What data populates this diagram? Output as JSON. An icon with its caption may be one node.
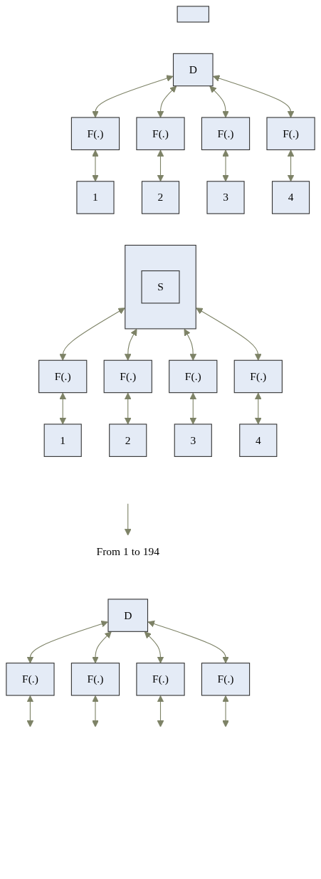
{
  "diagram": {
    "nodes": [
      {
        "text": [],
        "shape": "box"
      },
      {
        "text": [
          "D"
        ]
      },
      {
        "text": [
          "F(.)"
        ]
      },
      {
        "text": [
          "F(.)"
        ]
      },
      {
        "text": [
          "F(.)"
        ]
      },
      {
        "text": [
          "F(.)"
        ]
      },
      {
        "text": [
          "1"
        ]
      },
      {
        "text": [
          "2"
        ]
      },
      {
        "text": [
          "3"
        ]
      },
      {
        "text": [
          "4"
        ]
      },
      {
        "text": [],
        "shape": "box"
      },
      {
        "text": [
          "S"
        ],
        "in": 10
      },
      {
        "text": [
          "F(.)"
        ]
      },
      {
        "text": [
          "F(.)"
        ]
      },
      {
        "text": [
          "F(.)"
        ]
      },
      {
        "text": [
          "F(.)"
        ]
      },
      {
        "text": [
          "1"
        ]
      },
      {
        "text": [
          "2"
        ]
      },
      {
        "text": [
          "3"
        ]
      },
      {
        "text": [
          "4"
        ]
      },
      {
        "text": [
          "From 1 to 194"
        ]
      },
      {
        "text": [
          "D"
        ]
      },
      {
        "text": [
          "F(.)"
        ]
      },
      {
        "text": [
          "F(.)"
        ]
      },
      {
        "text": [
          "F(.)"
        ]
      },
      {
        "text": [
          "F(.)"
        ]
      }
    ],
    "edges": [
      {
        "from": 1,
        "to": 2,
        "arrow": "both"
      },
      {
        "from": 1,
        "to": 3,
        "arrow": "both"
      },
      {
        "from": 1,
        "to": 4,
        "arrow": "both"
      },
      {
        "from": 1,
        "to": 5,
        "arrow": "both"
      },
      {
        "from": 2,
        "to": 6,
        "arrow": "both"
      },
      {
        "from": 3,
        "to": 7,
        "arrow": "both"
      },
      {
        "from": 4,
        "to": 8,
        "arrow": "both"
      },
      {
        "from": 5,
        "to": 9,
        "arrow": "both"
      },
      {
        "from": 10,
        "to": 12,
        "arrow": "both"
      },
      {
        "from": 10,
        "to": 13,
        "arrow": "both"
      },
      {
        "from": 10,
        "to": 14,
        "arrow": "both"
      },
      {
        "from": 10,
        "to": 15,
        "arrow": "both"
      },
      {
        "from": 12,
        "to": 16,
        "arrow": "both"
      },
      {
        "from": 13,
        "to": 17,
        "arrow": "both"
      },
      {
        "from": 14,
        "to": 18,
        "arrow": "both"
      },
      {
        "from": 15,
        "to": 19,
        "arrow": "both"
      },
      {
        "from": null,
        "to": 20,
        "arrow": "to"
      },
      {
        "from": 21,
        "to": 22,
        "arrow": "both"
      },
      {
        "from": 21,
        "to": 23,
        "arrow": "both"
      },
      {
        "from": 21,
        "to": 24,
        "arrow": "both"
      },
      {
        "from": 21,
        "to": 25,
        "arrow": "both"
      },
      {
        "from": 22,
        "to": null,
        "arrow": "both"
      },
      {
        "from": 23,
        "to": null,
        "arrow": "both"
      },
      {
        "from": 24,
        "to": null,
        "arrow": "both"
      },
      {
        "from": 25,
        "to": null,
        "arrow": "both"
      }
    ]
  }
}
